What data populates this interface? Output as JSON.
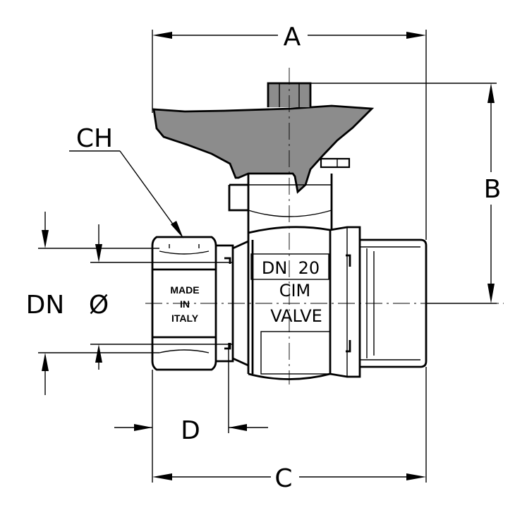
{
  "dimensions": {
    "a": "A",
    "b": "B",
    "c": "C",
    "d": "D",
    "ch": "CH",
    "dn": "DN",
    "diameter": "Ø"
  },
  "body_marks": {
    "size": "DN  20",
    "brand": "CIM",
    "model": "VALVE",
    "origin_line1": "MADE",
    "origin_line2": "IN",
    "origin_line3": "ITALY"
  },
  "colors": {
    "line": "#000000",
    "handle_fill": "#8c8c8c",
    "background": "#ffffff"
  }
}
